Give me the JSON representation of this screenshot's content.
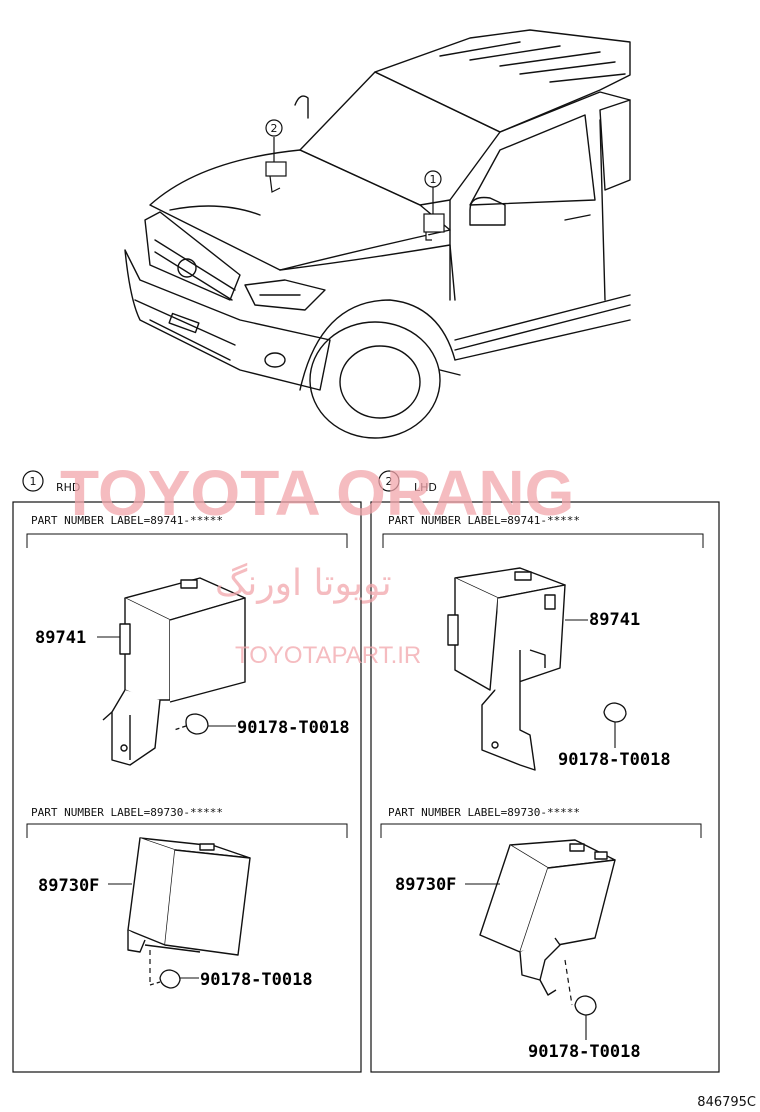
{
  "callouts": {
    "c1": "1",
    "c2": "2"
  },
  "panels": {
    "left": {
      "number": "1",
      "variant": "RHD",
      "label_a": "PART NUMBER LABEL=89741-*****",
      "label_b": "PART NUMBER LABEL=89730-*****",
      "part_a": "89741",
      "clip_a": "90178-T0018",
      "part_b": "89730F",
      "clip_b": "90178-T0018"
    },
    "right": {
      "number": "2",
      "variant": "LHD",
      "label_a": "PART NUMBER LABEL=89741-*****",
      "label_b": "PART NUMBER LABEL=89730-*****",
      "part_a": "89741",
      "clip_a": "90178-T0018",
      "part_b": "89730F",
      "clip_b": "90178-T0018"
    }
  },
  "watermark": {
    "line1": "TOYOTA ORANG",
    "line2": "تویوتا اورنگ",
    "line3": "TOYOTAPART.IR"
  },
  "figure_ref": "846795C"
}
